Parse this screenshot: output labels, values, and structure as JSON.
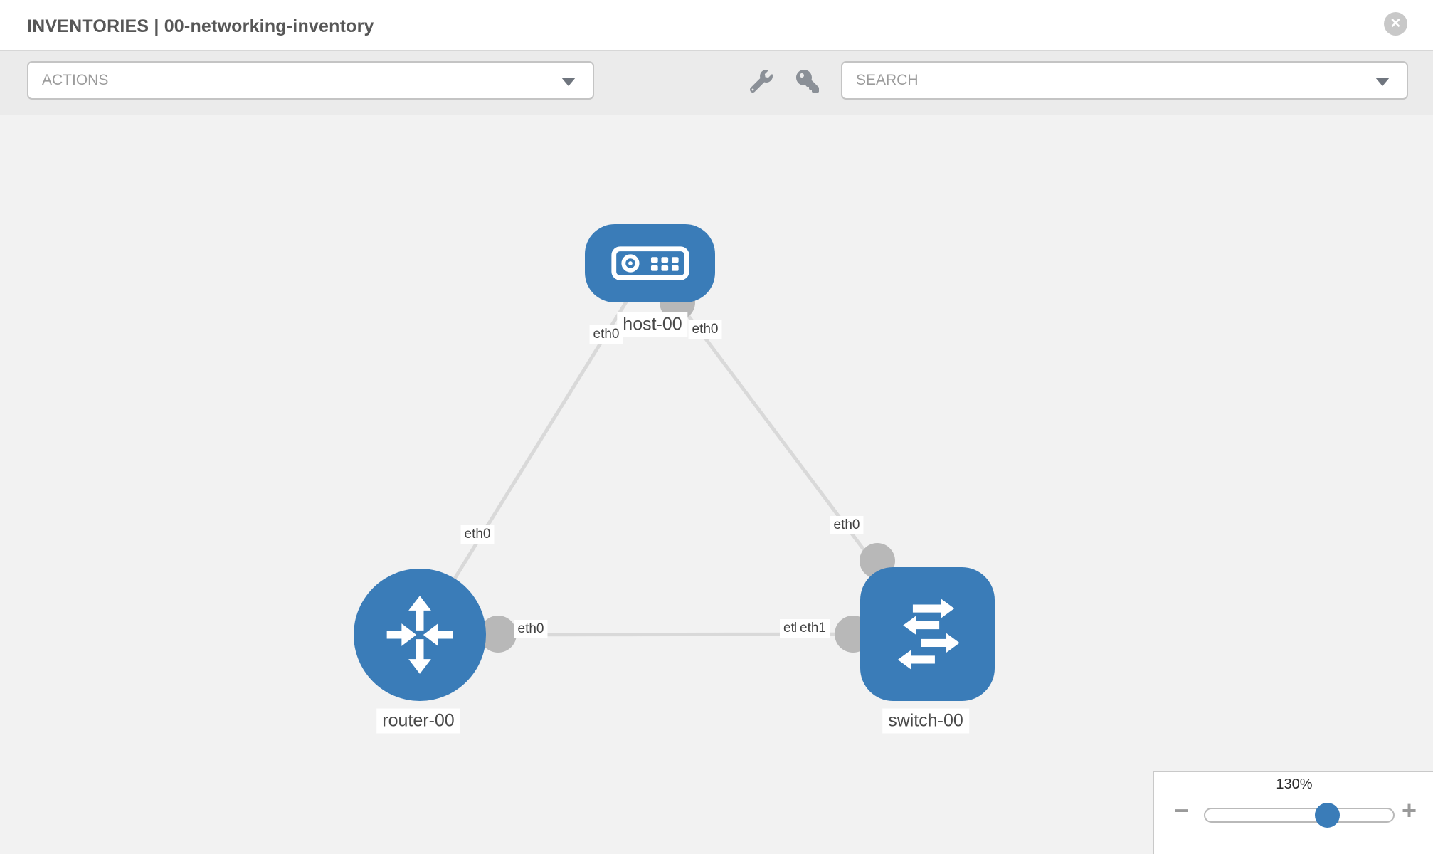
{
  "header": {
    "title": "INVENTORIES | 00-networking-inventory",
    "close_glyph": "✕"
  },
  "toolbar": {
    "actions_label": "ACTIONS",
    "search_label": "SEARCH",
    "icons": [
      "wrench",
      "key"
    ]
  },
  "canvas": {
    "nodes": [
      {
        "id": "host-00",
        "label": "host-00",
        "type": "host"
      },
      {
        "id": "router-00",
        "label": "router-00",
        "type": "router"
      },
      {
        "id": "switch-00",
        "label": "switch-00",
        "type": "switch"
      }
    ],
    "edges": [
      {
        "from": "host-00",
        "from_interface": "eth0",
        "to": "router-00",
        "to_interface": "eth0"
      },
      {
        "from": "host-00",
        "from_interface": "eth0",
        "to": "switch-00",
        "to_interface": "eth0"
      },
      {
        "from": "router-00",
        "from_interface": "eth0",
        "to": "switch-00",
        "to_interface": "eth1"
      }
    ],
    "interface_labels": {
      "host_router_host_end": "eth0",
      "host_router_router_end": "eth0",
      "host_switch_host_end": "eth0",
      "host_switch_switch_end": "eth0",
      "router_switch_router_end": "eth0",
      "router_switch_switch_end_under": "eth0",
      "router_switch_switch_end_over": "eth1"
    }
  },
  "zoom_control": {
    "value": "130%",
    "minus_glyph": "−",
    "plus_glyph": "+"
  },
  "colors": {
    "node_blue": "#3a7cb8",
    "edge_gray": "#d9d9d9",
    "interface_gray": "#b8b8b8",
    "toolbar_gray": "#ebebeb",
    "canvas_gray": "#f2f2f2"
  }
}
